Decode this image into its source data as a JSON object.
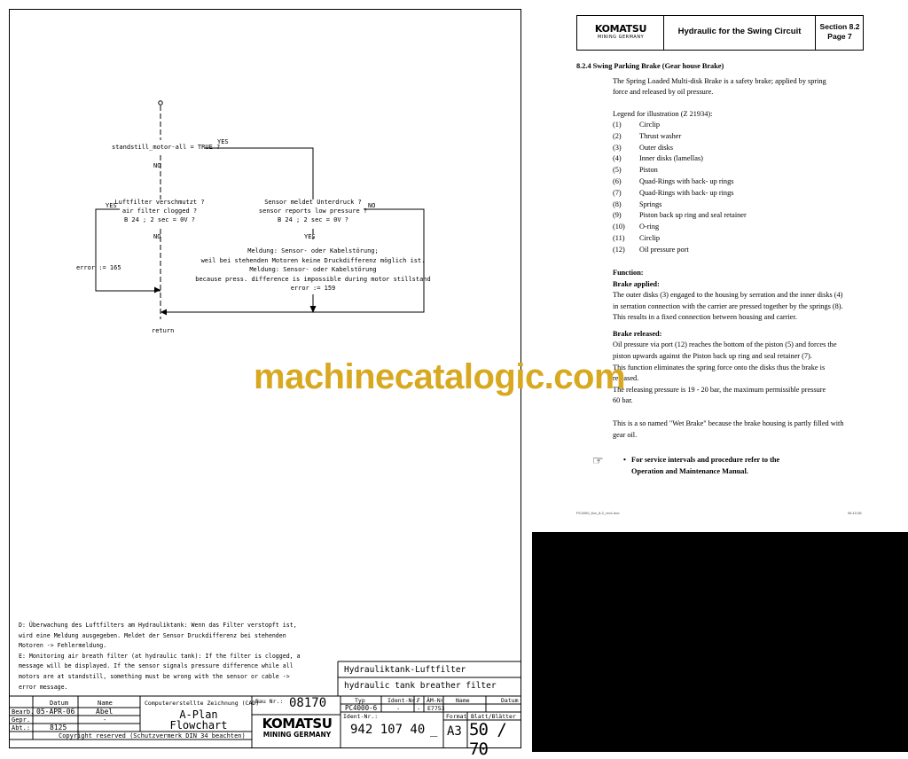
{
  "flowchart": {
    "standstill_cond": "standstill_motor-all  = TRUE ?",
    "yes1": "YES",
    "no1": "NO",
    "filter_q_de": "Luftfilter verschmutzt ?",
    "filter_q_en": "air filter clogged ?",
    "filter_q_val": "B 24 ; 2 sec  =  0V ?",
    "yes2": "YES",
    "no2": "NO",
    "sensor_q_de": "Sensor meldet Unterdruck ?",
    "sensor_q_en": "sensor reports low pressure ?",
    "sensor_q_val": "B 24 ; 2 sec  =  0V ?",
    "no3": "NO",
    "yes3": "YES",
    "msg1": "Meldung: Sensor- oder Kabelstörung;",
    "msg2": "weil bei stehenden Motoren keine Druckdifferenz möglich ist.",
    "msg3": "Meldung: Sensor- oder Kabelstörung",
    "msg4": "because press. difference is impossible during motor stillstand",
    "err159": "error := 159",
    "err165": "error := 165",
    "return_label": "return"
  },
  "notes": [
    "D: Überwachung des Luftfilters am Hydrauliktank: Wenn das Filter verstopft ist,",
    "wird eine Meldung ausgegeben. Meldet der Sensor Druckdifferenz bei stehenden",
    "Motoren -> Fehlermeldung.",
    "E: Monitoring air breath filter (at hydraulic tank): If the filter is clogged, a",
    "message will be displayed. If the sensor signals pressure difference while all",
    "motors are at standstill, something must be wrong with the sensor or cable ->",
    "error message."
  ],
  "titleblock": {
    "title_de": "Hydrauliktank-Luftfilter",
    "title_en": "hydraulic tank breather filter",
    "datum": "Datum",
    "name": "Name",
    "bearb": "Bearb.",
    "gepr": "Gepr.",
    "abt": "Abt.:",
    "date": "05-APR-06",
    "drawer": "Abel",
    "dash": "-",
    "abt_val": "8125",
    "cad": "Computererstellte Zeichnung (CAD)",
    "bau_nr_label": "Bau Nr.:",
    "bau_nr": "08170",
    "typ_label": "Typ",
    "ident_label": "Ident-Nr.",
    "f_label": "F",
    "am_label": "ÄM-Nr",
    "name2": "Name",
    "datum2": "Datum",
    "typ": "PC4000-6",
    "dot": ".",
    "am_nr": "E7753",
    "doc_title1": "A-Plan",
    "doc_title2": "Flowchart",
    "ident_nr_label": "Ident-Nr.:",
    "ident_nr": "942 107 40",
    "underscore": "_",
    "format_label": "Format",
    "blatt_label": "Blatt/Blätter",
    "format": "A3",
    "blatt": "50 / 70",
    "copyright": "Copyright reserved (Schutzvermerk DIN 34 beachten)",
    "logo": "KOMATSU",
    "logo_sub": "MINING GERMANY"
  },
  "right": {
    "logo": "KOMATSU",
    "logo_sub": "MINING GERMANY",
    "header_title": "Hydraulic for the Swing Circuit",
    "section": "Section 8.2",
    "page": "Page 7",
    "heading": "8.2.4 Swing Parking Brake (Gear house Brake)",
    "intro1": "The Spring Loaded Multi-disk Brake is a safety brake; applied by spring",
    "intro2": "force and released by oil pressure.",
    "legend_title": "Legend for illustration (Z 21934):",
    "legend": [
      {
        "n": "(1)",
        "t": "Circlip"
      },
      {
        "n": "(2)",
        "t": "Thrust washer"
      },
      {
        "n": "(3)",
        "t": "Outer disks"
      },
      {
        "n": "(4)",
        "t": "Inner disks (lamellas)"
      },
      {
        "n": "(5)",
        "t": "Piston"
      },
      {
        "n": "(6)",
        "t": "Quad-Rings with back- up rings"
      },
      {
        "n": "(7)",
        "t": "Quad-Rings with back- up rings"
      },
      {
        "n": "(8)",
        "t": "Springs"
      },
      {
        "n": "(9)",
        "t": "Piston back up ring and seal retainer"
      },
      {
        "n": "(10)",
        "t": "O-ring"
      },
      {
        "n": "(11)",
        "t": "Circlip"
      },
      {
        "n": "(12)",
        "t": "Oil pressure port"
      }
    ],
    "function": "Function:",
    "applied": "Brake applied:",
    "applied1": "The outer disks (3) engaged to the housing by serration and the inner disks (4)",
    "applied2": "in serration connection with the carrier are pressed together by the springs (8).",
    "applied3": "This results in a fixed connection between housing and carrier.",
    "released": "Brake released:",
    "rel1": "Oil pressure via port (12) reaches the bottom of the piston (5) and forces the",
    "rel2": "piston upwards against the Piston back up ring and seal retainer (7).",
    "rel3": "This function eliminates the spring force onto the disks thus the brake is",
    "rel4": "released.",
    "rel5": "The releasing pressure is 19 - 20 bar, the maximum permissible pressure",
    "rel6": "60 bar.",
    "wet1": "This is a so named \"Wet Brake\" because the brake housing is partly filled with",
    "wet2": "gear oil.",
    "service1": "For service intervals and procedure refer to the",
    "service2": "Operation and Maintenance Manual.",
    "footer_left": "PC4000_6xx_8-2_rev1.doc",
    "footer_right": "06.10.06"
  },
  "watermark": "machinecatalogic.com"
}
